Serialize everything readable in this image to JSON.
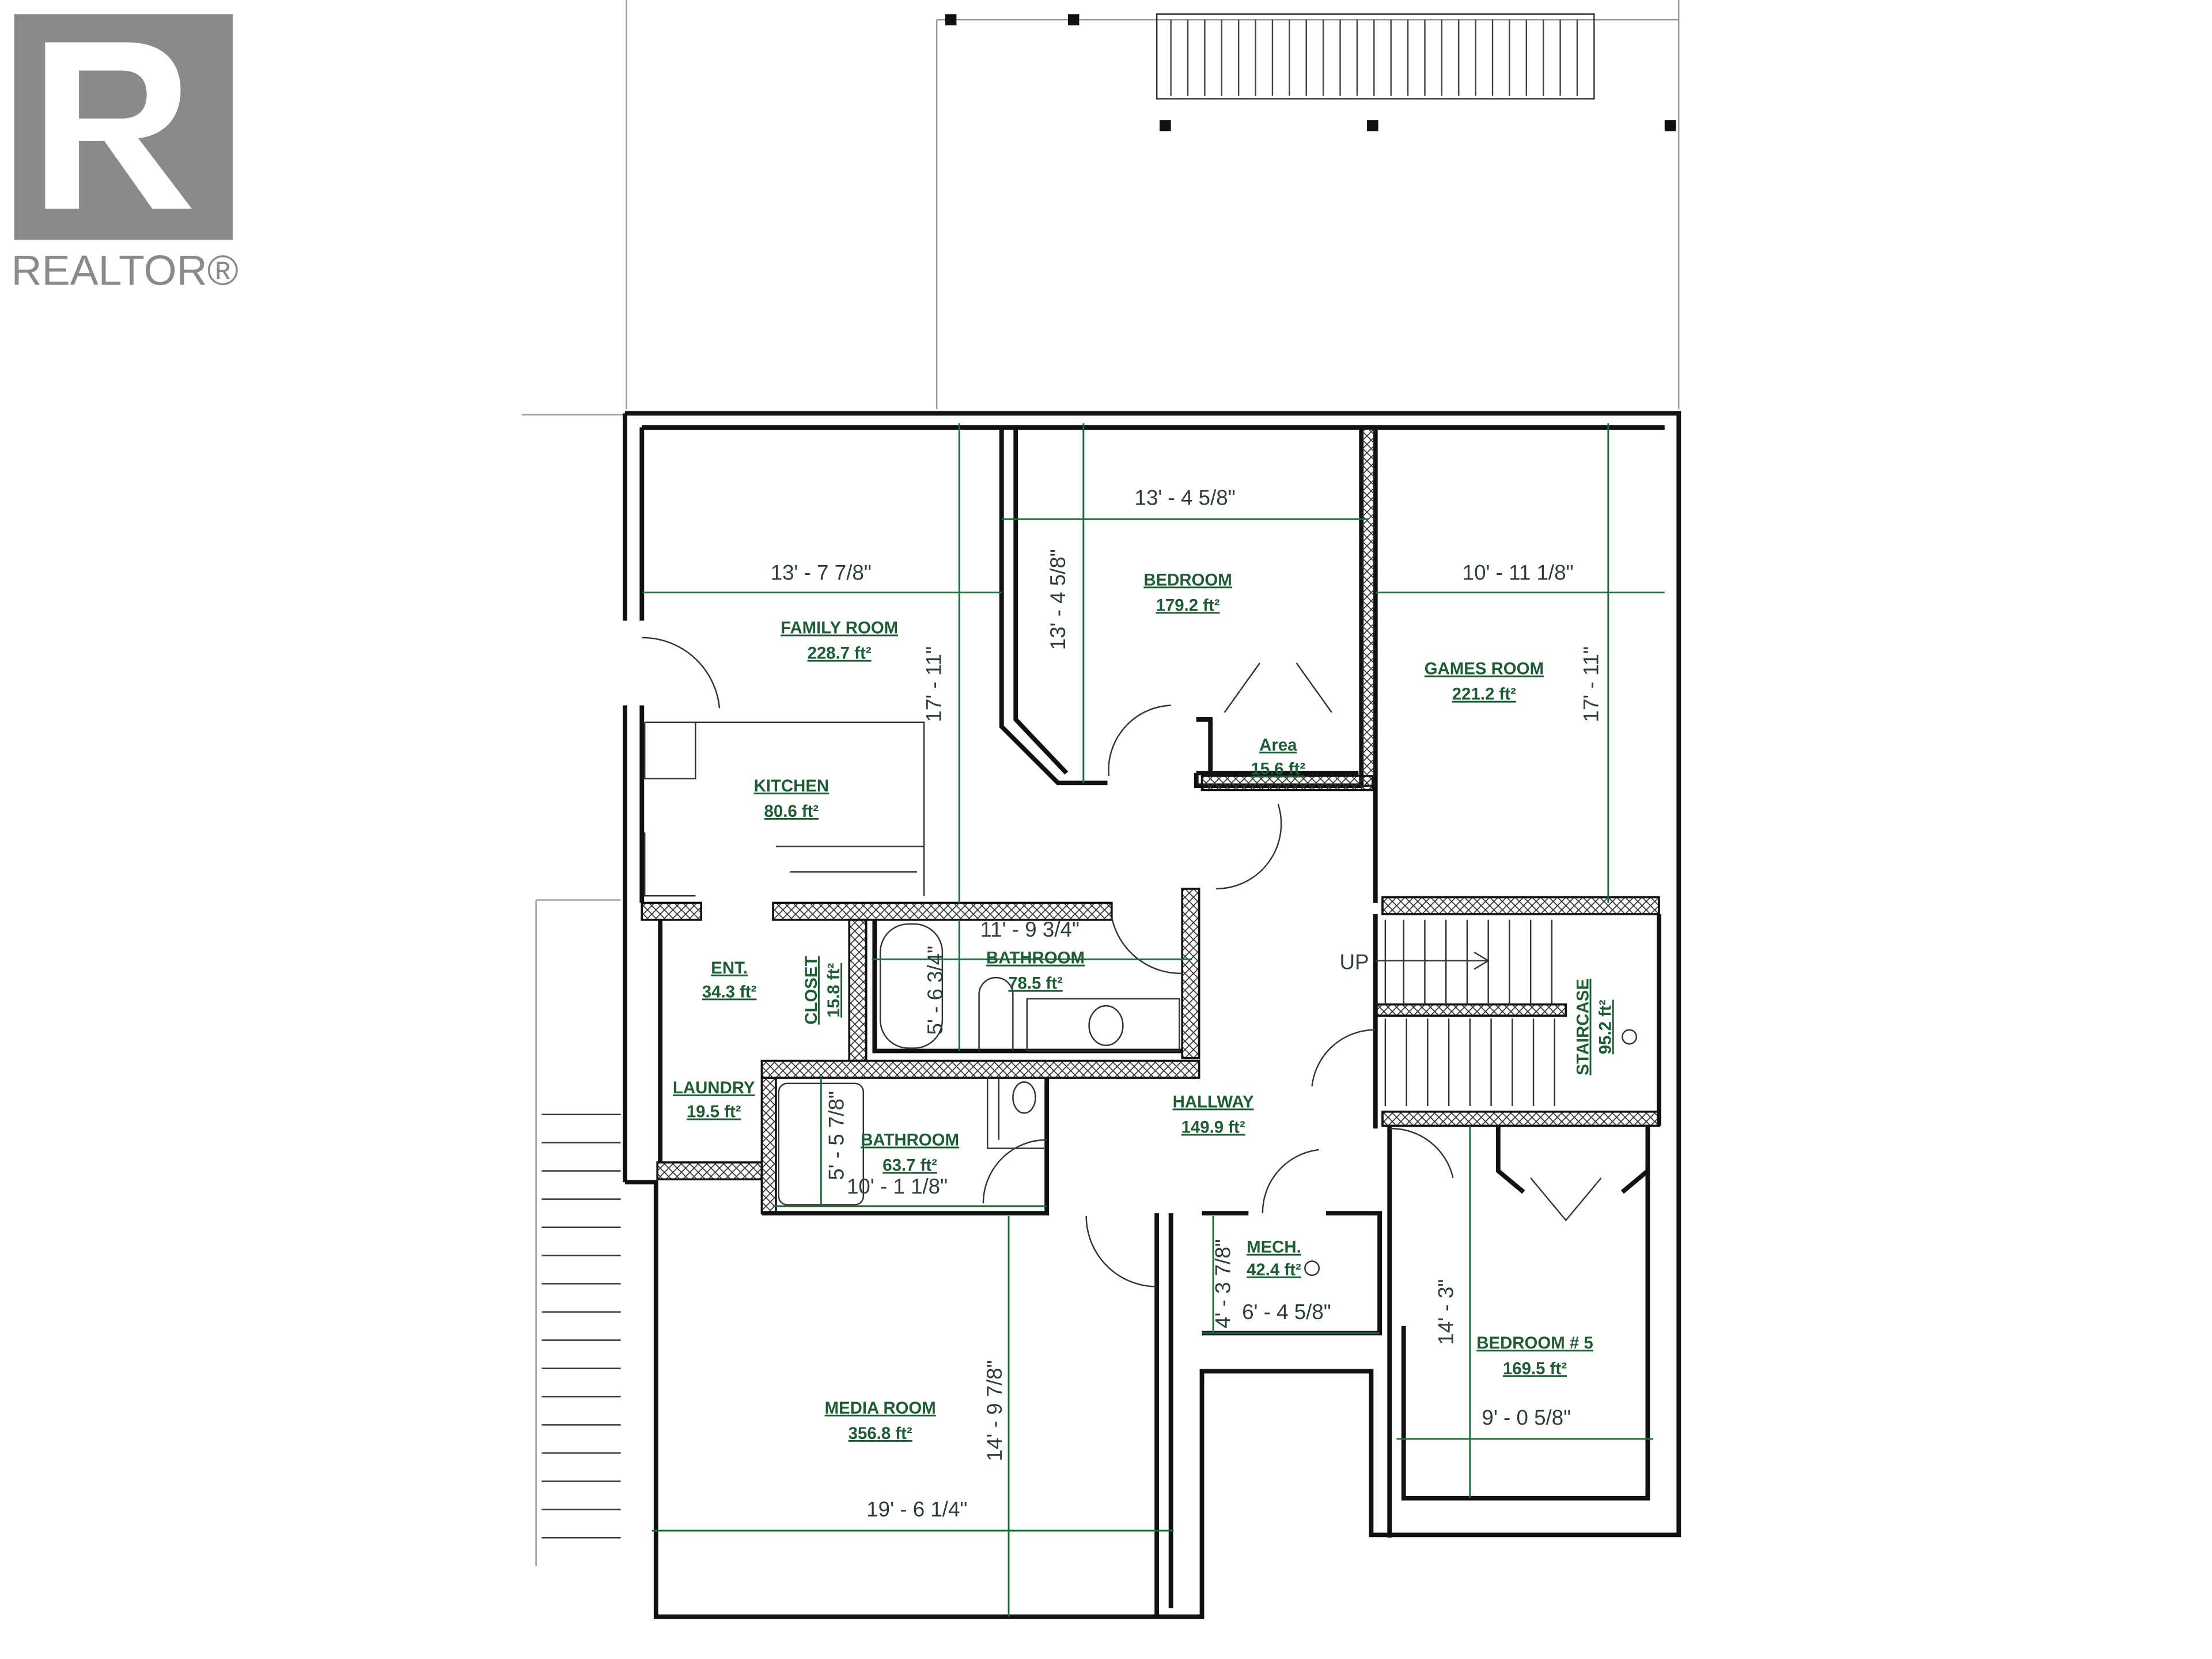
{
  "logo": {
    "text": "REALTOR®"
  },
  "rooms": {
    "family_room": {
      "name": "FAMILY ROOM",
      "area": "228.7 ft²"
    },
    "kitchen": {
      "name": "KITCHEN",
      "area": "80.6 ft²"
    },
    "bedroom": {
      "name": "BEDROOM",
      "area": "179.2 ft²"
    },
    "area": {
      "name": "Area",
      "area": "15.6 ft²"
    },
    "games_room": {
      "name": "GAMES ROOM",
      "area": "221.2 ft²"
    },
    "bathroom_upper": {
      "name": "BATHROOM",
      "area": "78.5 ft²"
    },
    "ent": {
      "name": "ENT.",
      "area": "34.3 ft²"
    },
    "closet": {
      "name": "CLOSET",
      "area": "15.8 ft²"
    },
    "laundry": {
      "name": "LAUNDRY",
      "area": "19.5 ft²"
    },
    "bathroom_lower": {
      "name": "BATHROOM",
      "area": "63.7 ft²"
    },
    "hallway": {
      "name": "HALLWAY",
      "area": "149.9 ft²"
    },
    "staircase": {
      "name": "STAIRCASE",
      "area": "95.2 ft²"
    },
    "mech": {
      "name": "MECH.",
      "area": "42.4 ft²"
    },
    "bedroom5": {
      "name": "BEDROOM # 5",
      "area": "169.5 ft²"
    },
    "media_room": {
      "name": "MEDIA ROOM",
      "area": "356.8 ft²"
    }
  },
  "dimensions": {
    "family_w": "13' - 7 7/8\"",
    "bedroom_w": "13' - 4 5/8\"",
    "bedroom_h": "13' - 4 5/8\"",
    "games_w": "10' - 11 1/8\"",
    "family_h": "17' - 11\"",
    "games_h": "17' - 11\"",
    "bath_upper_w": "11' - 9 3/4\"",
    "bath_upper_h": "5' - 6 3/4\"",
    "bath_lower_h": "5' - 5 7/8\"",
    "bath_lower_w": "10' - 1 1/8\"",
    "mech_h": "4' - 3 7/8\"",
    "mech_w": "6' - 4 5/8\"",
    "bed5_h": "14' - 3\"",
    "bed5_w": "9' - 0 5/8\"",
    "media_h": "14' - 9 7/8\"",
    "media_w": "19' - 6 1/4\""
  },
  "stairs": {
    "up_label": "UP"
  },
  "colors": {
    "dimension": "#1e6b3c",
    "label": "#1e5c35",
    "wall": "#111111",
    "logo": "#8a8a8a"
  }
}
